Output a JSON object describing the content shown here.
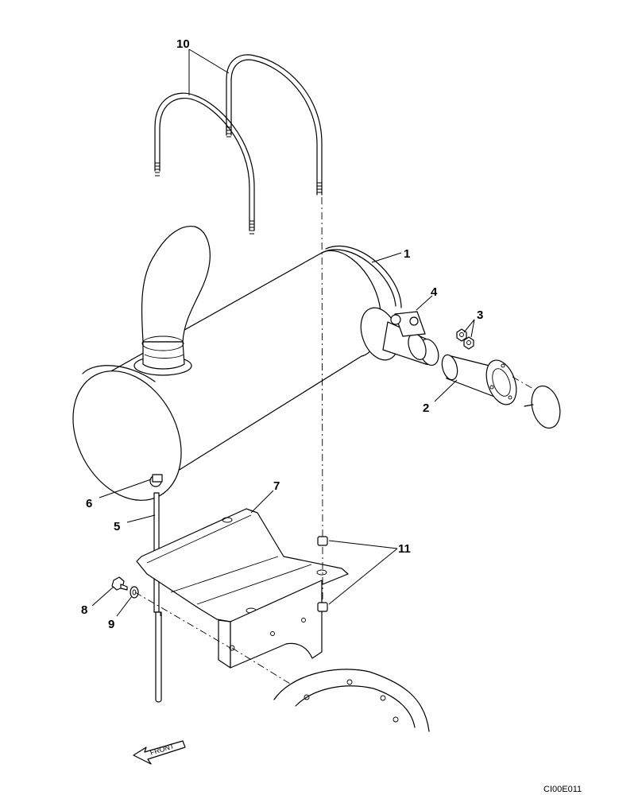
{
  "drawing": {
    "code": "CI00E011",
    "front_label": "FRONT"
  },
  "callouts": [
    {
      "id": "p1",
      "label": "1"
    },
    {
      "id": "p2",
      "label": "2"
    },
    {
      "id": "p3",
      "label": "3"
    },
    {
      "id": "p4",
      "label": "4"
    },
    {
      "id": "p5",
      "label": "5"
    },
    {
      "id": "p6",
      "label": "6"
    },
    {
      "id": "p7",
      "label": "7"
    },
    {
      "id": "p8",
      "label": "8"
    },
    {
      "id": "p9",
      "label": "9"
    },
    {
      "id": "p10",
      "label": "10"
    },
    {
      "id": "p11",
      "label": "11"
    }
  ]
}
